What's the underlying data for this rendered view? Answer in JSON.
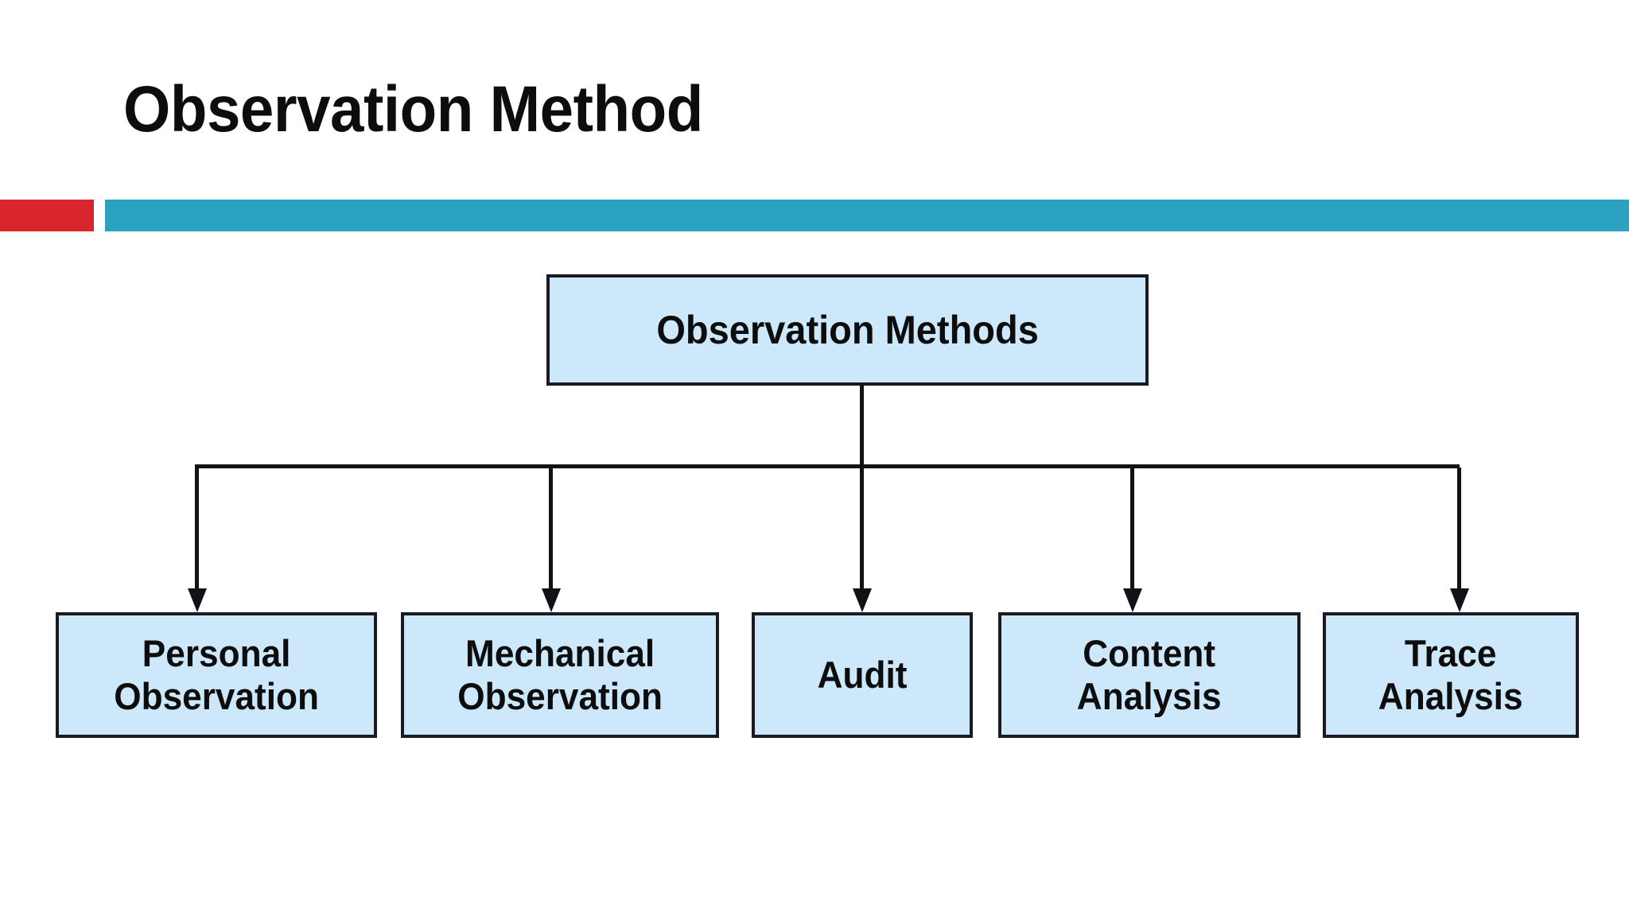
{
  "slide": {
    "title": "Observation Method",
    "background_color": "#ffffff",
    "accents": {
      "red_color": "#d9262c",
      "teal_color": "#2ba2c0"
    }
  },
  "diagram": {
    "type": "tree",
    "node_fill_color": "#cde8fb",
    "node_border_color": "#1a1a22",
    "connector_color": "#111118",
    "root": {
      "label": "Observation Methods"
    },
    "children": [
      {
        "label": "Personal\nObservation"
      },
      {
        "label": "Mechanical\nObservation"
      },
      {
        "label": "Audit"
      },
      {
        "label": "Content\nAnalysis"
      },
      {
        "label": "Trace\nAnalysis"
      }
    ]
  }
}
